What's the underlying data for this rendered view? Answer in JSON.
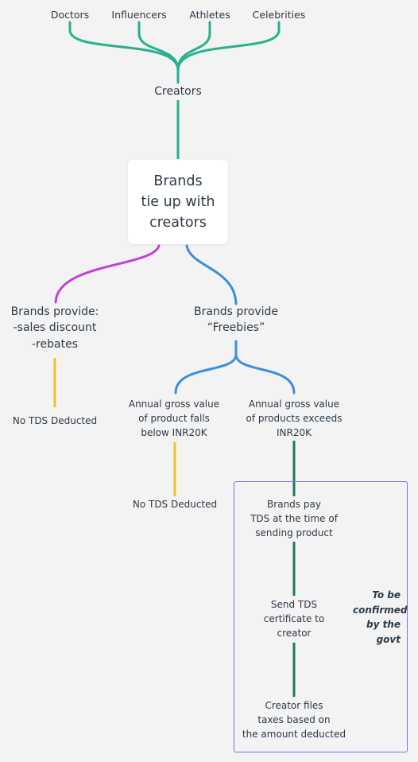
{
  "creators_types": [
    "Doctors",
    "Influencers",
    "Athletes",
    "Celebrities"
  ],
  "creators_label": "Creators",
  "central_topic": "Brands\ntie up with\ncreators",
  "branch_left": {
    "label": "Brands provide:\n-sales discount\n-rebates",
    "result": "No TDS Deducted"
  },
  "branch_right": {
    "label": "Brands provide\n“Freebies”",
    "below": {
      "label": "Annual gross value\nof product falls\nbelow INR20K",
      "result": "No TDS Deducted"
    },
    "exceeds": {
      "label": "Annual gross value\nof  products exceeds\nINR20K"
    }
  },
  "process_steps": [
    "Brands pay\nTDS at the time of\nsending product",
    "Send TDS\ncertificate to\ncreator",
    "Creator files\ntaxes based on\nthe amount deducted"
  ],
  "boundary_note": "To be\nconfirmed\nby the\ngovt",
  "colors": {
    "teal": "#26b08f",
    "magenta": "#c43fd6",
    "blue": "#3a8fdc",
    "yellow": "#f0c02a",
    "dark_green": "#1e7a62",
    "boundary": "#7a72e8",
    "background": "#f3f3f3"
  }
}
